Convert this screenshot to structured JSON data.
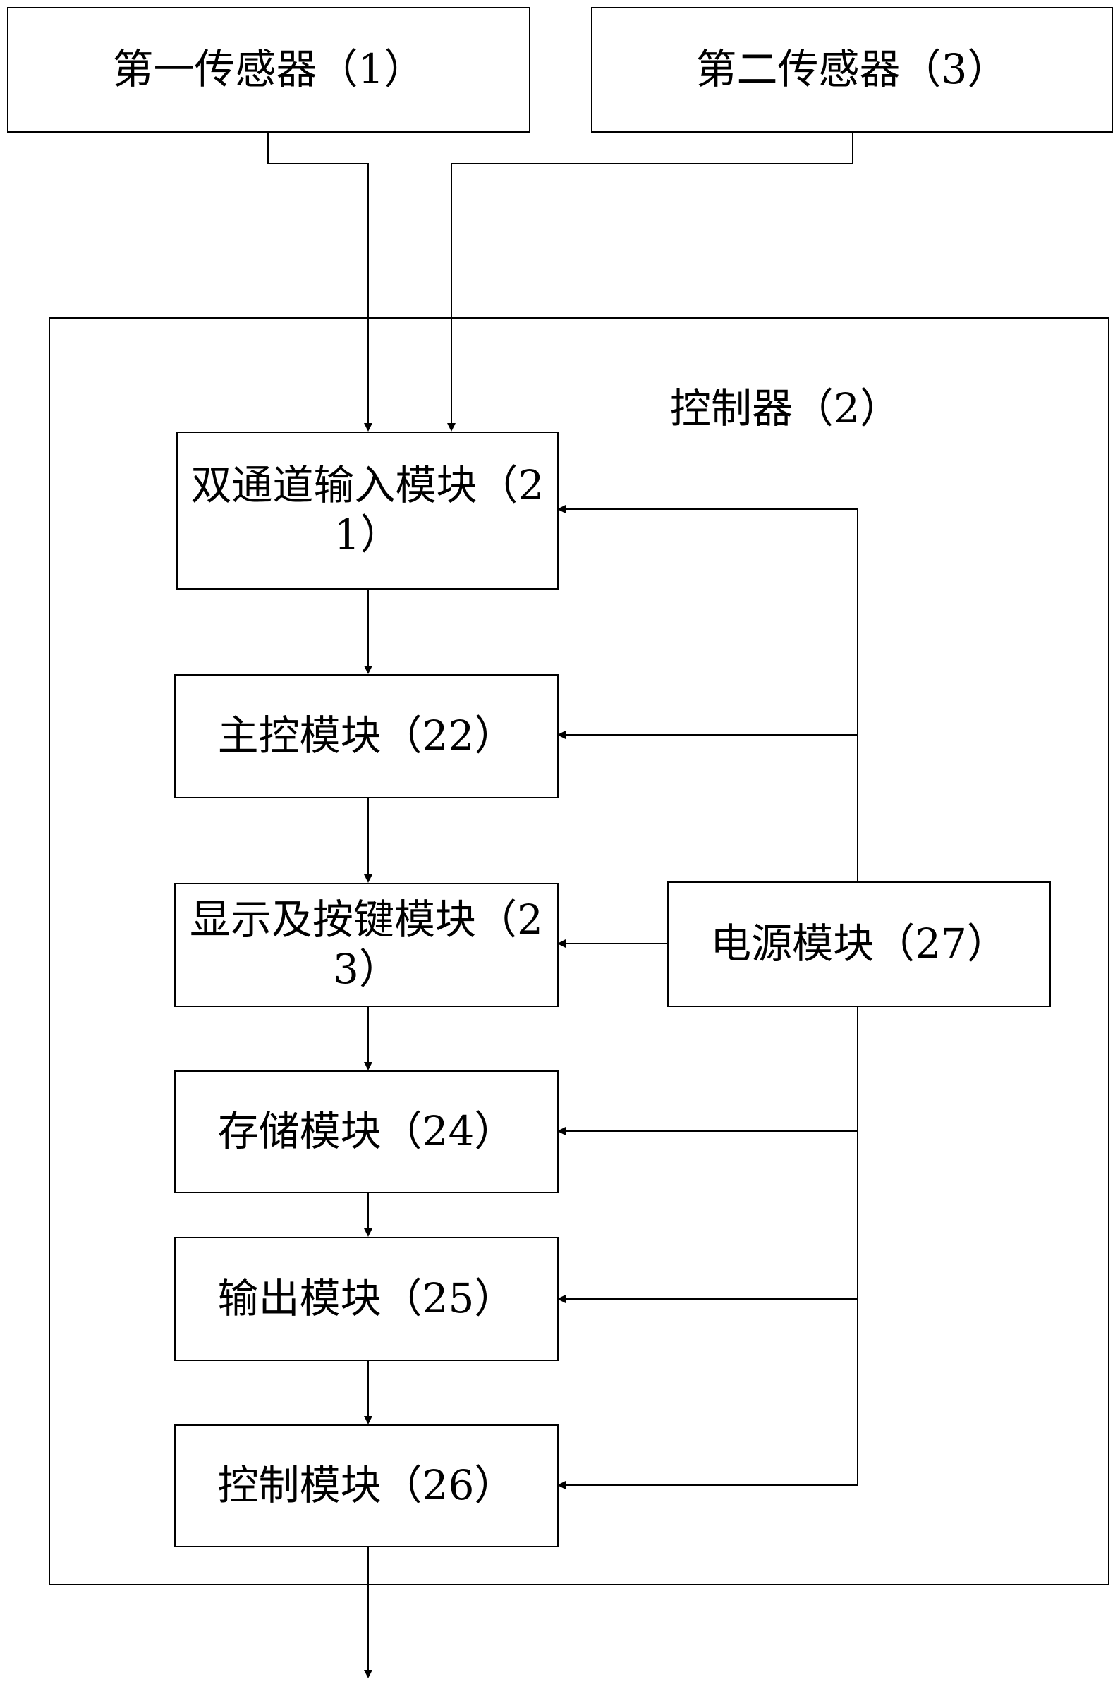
{
  "sensors": {
    "first": "第一传感器（1）",
    "second": "第二传感器（3）"
  },
  "controller": {
    "label": "控制器（2）"
  },
  "modules": {
    "dual_input": "双通道输入模块（21）",
    "main_control": "主控模块（22）",
    "display_keys": "显示及按键模块（23）",
    "storage": "存储模块（24）",
    "output": "输出模块（25）",
    "control": "控制模块（26）",
    "power": "电源模块（27）"
  },
  "colors": {
    "line": "#000000",
    "background": "#ffffff"
  }
}
